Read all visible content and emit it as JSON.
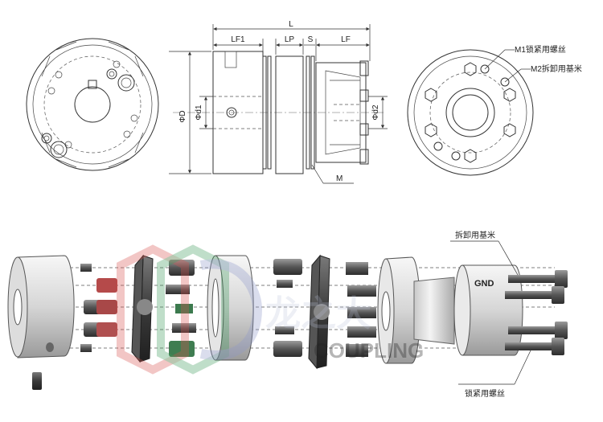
{
  "labels": {
    "L": "L",
    "LF1": "LF1",
    "LP": "LP",
    "S": "S",
    "LF": "LF",
    "PhiD": "ΦD",
    "PhiD1": "Φd1",
    "PhiD2": "Φd2",
    "M": "M",
    "M1": "M1锁紧用螺丝",
    "M2": "M2拆卸用基米"
  },
  "callouts": {
    "disassembly": "拆卸用基米",
    "locking": "锁紧用螺丝"
  },
  "watermark": {
    "text": "龙之大",
    "sub": "COUPLING",
    "logo": "GND"
  },
  "colors": {
    "line": "#333333",
    "metal_light": "#e9e9e9",
    "metal_mid": "#bdbdbd",
    "metal_dark": "#4a4a4a",
    "watermark_red": "#d9534f",
    "watermark_green": "#3c9a5a",
    "watermark_blue": "#8e98c9"
  }
}
